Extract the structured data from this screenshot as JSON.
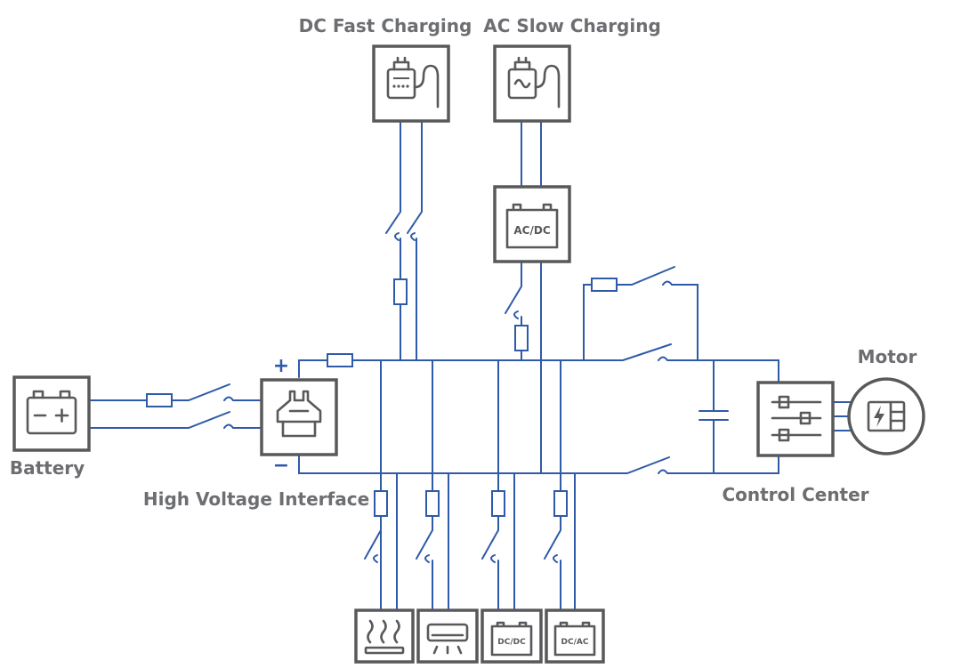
{
  "labels": {
    "dc_fast": "DC Fast Charging",
    "ac_slow": "AC Slow Charging",
    "motor": "Motor",
    "battery": "Battery",
    "hv_interface": "High Voltage Interface",
    "control_center": "Control Center"
  },
  "box_text": {
    "acdc_converter": "AC/DC",
    "dcdc_load": "DC/DC",
    "dcac_load": "DC/AC"
  },
  "polarity": {
    "plus": "+",
    "minus": "−"
  },
  "colors": {
    "wire": "#2f5aa8",
    "box": "#58595b",
    "label": "#6d6e71"
  },
  "icons": [
    "dc-charger-plug-icon",
    "ac-charger-plug-icon",
    "battery-icon",
    "hv-interface-icon",
    "control-center-sliders-icon",
    "motor-icon",
    "heater-icon",
    "air-conditioner-icon"
  ]
}
